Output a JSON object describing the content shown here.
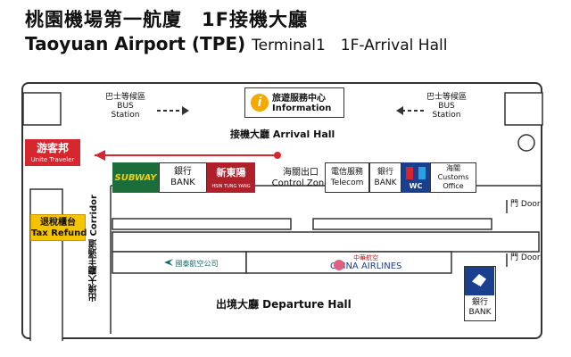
{
  "header": {
    "title_zh": "桃園機場第一航廈　1F接機大廳",
    "title_en": "Taoyuan Airport (TPE)",
    "title_en_sub": "Terminal1　1F-Arrival Hall"
  },
  "map": {
    "bus_left": {
      "zh": "巴士等候區",
      "en1": "BUS",
      "en2": "Station"
    },
    "bus_right": {
      "zh": "巴士等候區",
      "en1": "BUS",
      "en2": "Station"
    },
    "info": {
      "zh": "旅遊服務中心",
      "en": "Information"
    },
    "arrival_hall": "接機大廳 Arrival Hall",
    "unite": {
      "zh": "游客邦",
      "en": "Unite Traveler"
    },
    "subway": "SUBWAY",
    "bank1": {
      "zh": "銀行",
      "en": "BANK"
    },
    "xdy": {
      "zh": "新東陽",
      "en": "HSIN TUNG YANG"
    },
    "customs_exit": {
      "zh": "海關出口",
      "en": "Control Zone"
    },
    "telecom": {
      "zh": "電信服務",
      "en": "Telecom"
    },
    "bank2": {
      "zh": "銀行",
      "en": "BANK"
    },
    "wc": "WC",
    "customs_office": {
      "zh": "海關",
      "en1": "Customs",
      "en2": "Office"
    },
    "door1": {
      "zh": "門",
      "en": "Door"
    },
    "door2": {
      "zh": "門",
      "en": "Door"
    },
    "tax_refund": {
      "zh": "退稅櫃台",
      "en": "Tax Refund"
    },
    "corridor": "出境大廳主通道 Corridor",
    "cathay": "國泰航空公司",
    "china_airlines": {
      "zh": "中華航空",
      "en": "CHINA AIRLINES"
    },
    "bank3": {
      "zh": "銀行",
      "en": "BANK"
    },
    "departure_hall": "出境大廳 Departure Hall",
    "colors": {
      "red": "#d8262f",
      "orange": "#f5a800",
      "subway_green": "#1b6d3a",
      "navy": "#1b3f8f",
      "cathay_teal": "#0f6b6b"
    }
  }
}
